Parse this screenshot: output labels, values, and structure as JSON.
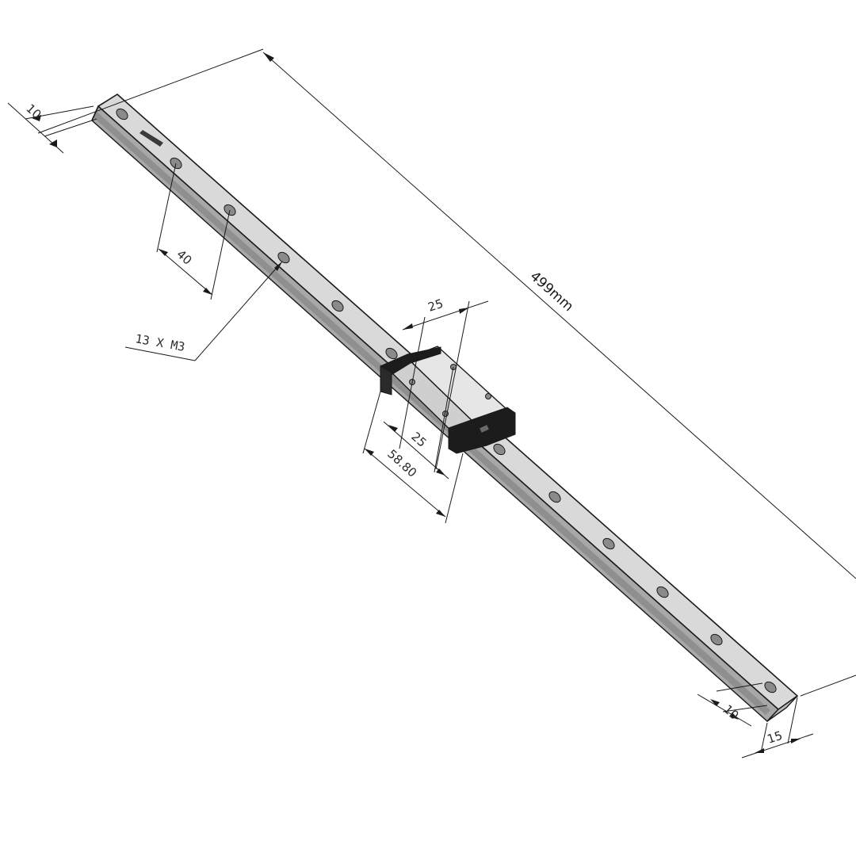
{
  "drawing": {
    "overall_length": "499mm",
    "end_offset_top": "10",
    "end_offset_bottom": "10",
    "hole_pitch": "40",
    "hole_callout": "13 X M3",
    "carriage_width": "25",
    "carriage_hole_spacing": "25",
    "carriage_length": "58.80",
    "rail_width": "15"
  },
  "colors": {
    "rail_top": "#d9d9d9",
    "rail_side": "#a8a8a8",
    "carriage_body": "#e6e6e6",
    "carriage_end_caps": "#1c1c1c",
    "hole_fill": "#8a8a8a"
  },
  "icons": [
    "rail-logo-mark"
  ]
}
